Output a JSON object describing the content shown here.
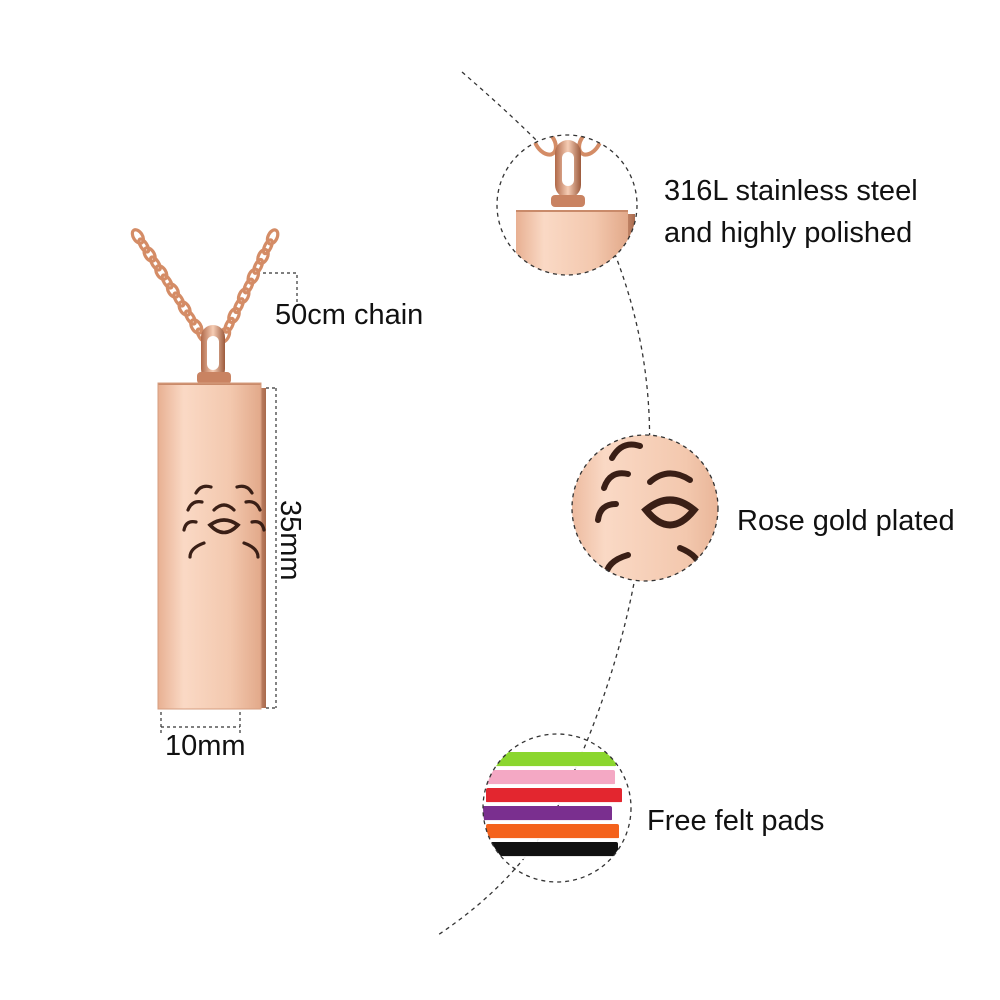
{
  "labels": {
    "chain_length": "50cm chain",
    "pendant_height": "35mm",
    "pendant_width": "10mm",
    "material_line1": "316L stainless steel",
    "material_line2": "and highly polished",
    "plating": "Rose gold plated",
    "felt_pads": "Free felt pads"
  },
  "colors": {
    "rose_gold": "#f1c6ad",
    "rose_gold_dark": "#c88363",
    "rose_gold_shadow": "#9c5a3c",
    "chain": "#d8916c",
    "dashed_line": "#333333"
  },
  "felt_pad_colors": [
    "#8bd62e",
    "#f4a8c4",
    "#e3262f",
    "#7a2f8f",
    "#f4621c",
    "#111111"
  ],
  "icons": {
    "lotus": "lotus-cutout-icon"
  }
}
